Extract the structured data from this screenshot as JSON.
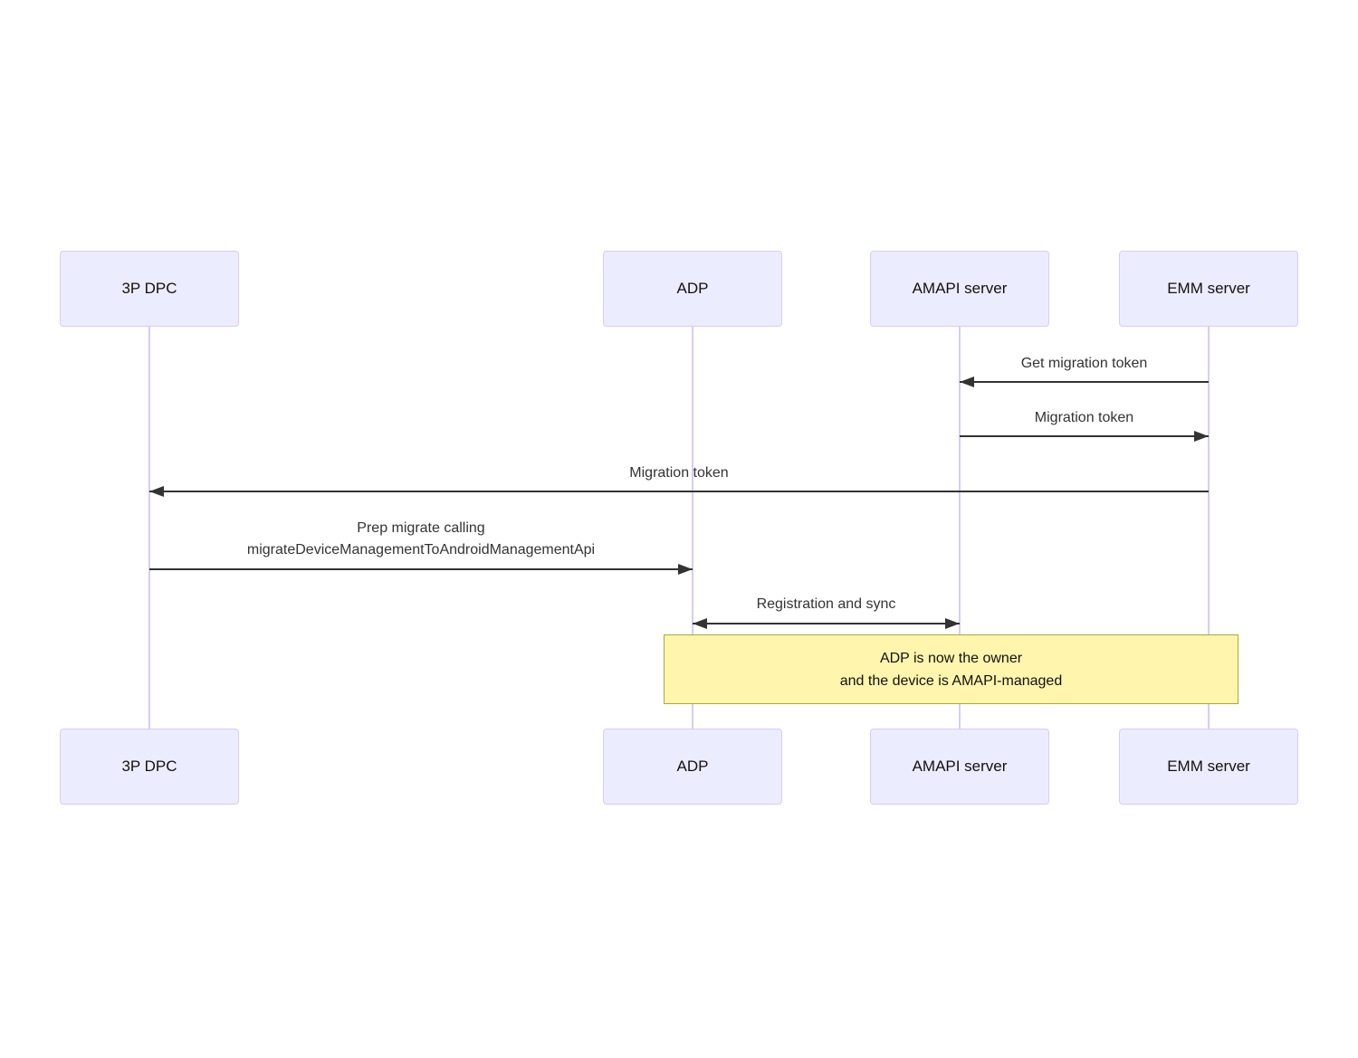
{
  "diagram": {
    "type": "sequence",
    "actors": [
      {
        "label": "3P DPC"
      },
      {
        "label": "ADP"
      },
      {
        "label": "AMAPI server"
      },
      {
        "label": "EMM server"
      }
    ],
    "messages": [
      {
        "from": "EMM server",
        "to": "AMAPI server",
        "arrow": "left",
        "lines": [
          "Get migration token"
        ]
      },
      {
        "from": "AMAPI server",
        "to": "EMM server",
        "arrow": "right",
        "lines": [
          "Migration token"
        ]
      },
      {
        "from": "EMM server",
        "to": "3P DPC",
        "arrow": "left",
        "lines": [
          "Migration token"
        ]
      },
      {
        "from": "3P DPC",
        "to": "ADP",
        "arrow": "right",
        "lines": [
          "Prep migrate calling",
          "migrateDeviceManagementToAndroidManagementApi"
        ]
      },
      {
        "from": "ADP",
        "to": "AMAPI server",
        "arrow": "both",
        "lines": [
          "Registration and sync"
        ]
      }
    ],
    "note": {
      "across": "ADP, EMM server",
      "lines": [
        "ADP is now the owner",
        "and the device is AMAPI-managed"
      ]
    },
    "colors": {
      "background": "#FFFFFF",
      "actor_fill": "#ECECFF",
      "actor_border": "#D8CCF2",
      "lifeline": "#D8CCF2",
      "note_fill": "#FFF5AD",
      "note_border": "#AAAA33",
      "arrow": "#333333",
      "message_text": "#333333"
    }
  }
}
